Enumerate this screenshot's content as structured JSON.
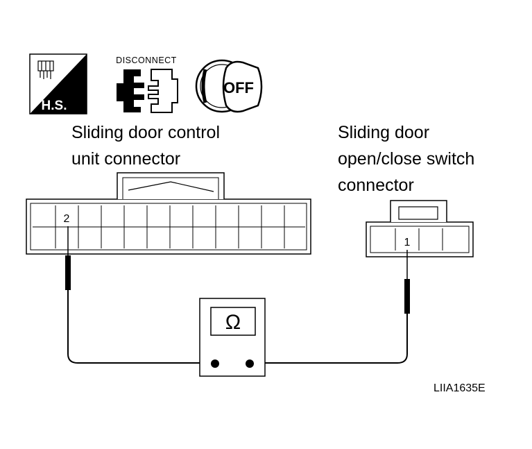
{
  "icons": {
    "hs_label": "H.S.",
    "disconnect_label": "DISCONNECT",
    "ignition_label": "OFF"
  },
  "connectors": {
    "left_label_line1": "Sliding door control",
    "left_label_line2": "unit connector",
    "left_pin": "2",
    "right_label_line1": "Sliding door",
    "right_label_line2": "open/close switch",
    "right_label_line3": "connector",
    "right_pin": "1"
  },
  "meter": {
    "symbol": "Ω"
  },
  "figure_code": "LIIA1635E"
}
